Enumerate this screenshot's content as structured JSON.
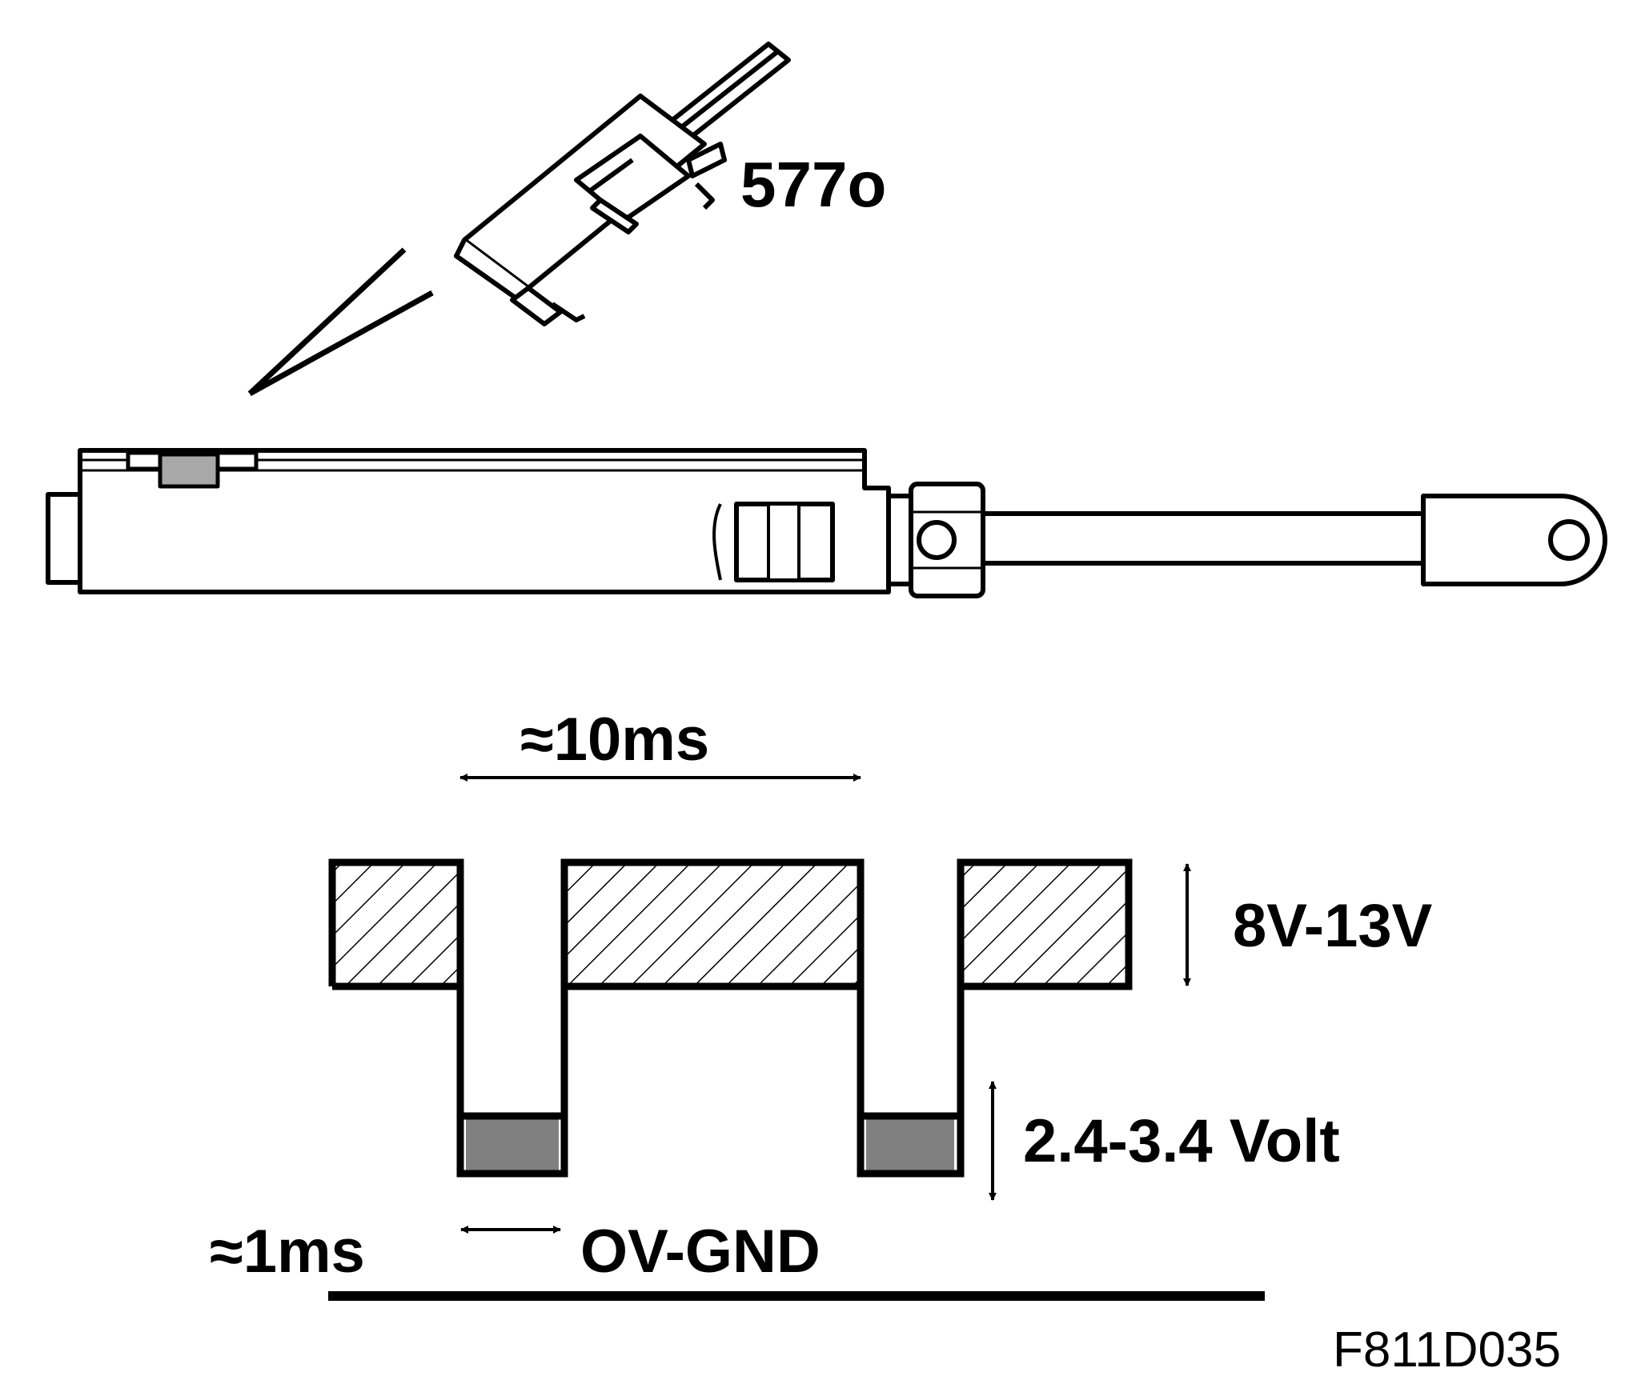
{
  "connector_label": "577o",
  "labels": {
    "period": "≈10ms",
    "high_voltage": "8V-13V",
    "low_voltage": "2.4-3.4 Volt",
    "pulse_width": "≈1ms",
    "ground": "OV-GND"
  },
  "figure_code": "F811D035",
  "colors": {
    "line": "#000000",
    "low_fill": "#808080",
    "sensor_fill": "#a8a8a8",
    "background": "#ffffff"
  }
}
